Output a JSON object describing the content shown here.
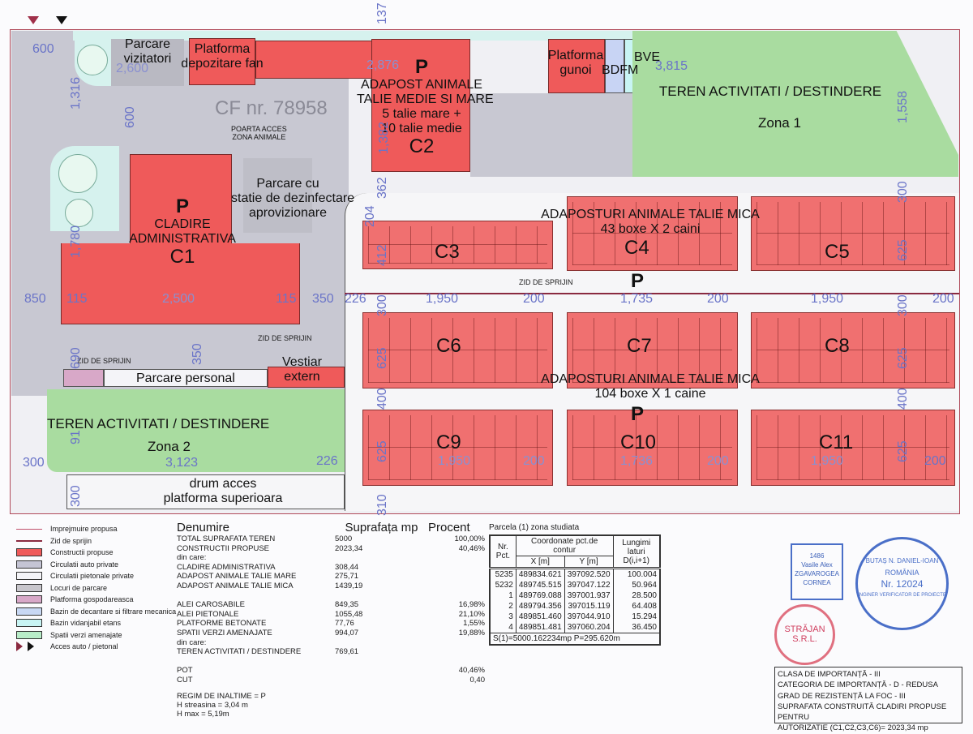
{
  "plan": {
    "parcare_vizitatori": [
      "Parcare",
      "vizitatori"
    ],
    "platforma_fan": [
      "Platforma",
      "depozitare fan"
    ],
    "c2": {
      "p": "P",
      "lines": [
        "ADAPOST ANIMALE",
        "TALIE MEDIE SI MARE",
        "5 talie mare +",
        "10 talie medie"
      ],
      "code": "C2"
    },
    "platforma_gunoi": [
      "Platforma",
      "gunoi"
    ],
    "bdfm": "BDFM",
    "bve": "BVE",
    "zona1": {
      "title": "TEREN ACTIVITATI / DESTINDERE",
      "name": "Zona 1"
    },
    "cf": "CF nr. 78958",
    "poarta": [
      "POARTA ACCES",
      "ZONA ANIMALE"
    ],
    "parcare_dezinfectare": [
      "Parcare cu",
      "statie de dezinfectare",
      "aprovizionare"
    ],
    "c1": {
      "p": "P",
      "lines": [
        "CLADIRE",
        "ADMINISTRATIVA"
      ],
      "code": "C1"
    },
    "zid": "ZID DE SPRIJIN",
    "parcare_personal": "Parcare personal",
    "vestiar": [
      "Vestiar",
      "extern"
    ],
    "zona2": {
      "title": "TEREN ACTIVITATI / DESTINDERE",
      "name": "Zona 2"
    },
    "drum": [
      "drum acces",
      "platforma superioara"
    ],
    "adaposturi1": [
      "ADAPOSTURI ANIMALE TALIE MICA",
      "43 boxe X 2 caini"
    ],
    "adaposturi2": [
      "ADAPOSTURI ANIMALE TALIE MICA",
      "104 boxe X 1 caine"
    ],
    "p": "P",
    "kennels": [
      "C3",
      "C4",
      "C5",
      "C6",
      "C7",
      "C8",
      "C9",
      "C10",
      "C11"
    ],
    "dims": [
      "600",
      "2,600",
      "1,316",
      "600",
      "2,876",
      "3,815",
      "1,382",
      "1,558",
      "362",
      "300",
      "204",
      "412",
      "625",
      "1,780",
      "850",
      "115",
      "2,500",
      "115",
      "350",
      "226",
      "300",
      "1,950",
      "200",
      "1,735",
      "200",
      "1,950",
      "300",
      "200",
      "690",
      "350",
      "625",
      "625",
      "400",
      "400",
      "91",
      "300",
      "3,123",
      "226",
      "625",
      "1,950",
      "200",
      "1,736",
      "200",
      "1,950",
      "200",
      "625",
      "300",
      "310",
      "137"
    ]
  },
  "legend": [
    {
      "label": "Imprejmuire propusa",
      "color": "#c0506a",
      "kind": "fence"
    },
    {
      "label": "Zid de sprijin",
      "color": "#8a2a40",
      "kind": "line"
    },
    {
      "label": "Constructii propuse",
      "color": "#ef5a5a",
      "kind": "box"
    },
    {
      "label": "Circulatii auto private",
      "color": "#c4c4d4",
      "kind": "box"
    },
    {
      "label": "Circulatii pietonale private",
      "color": "#f4f4f8",
      "kind": "box"
    },
    {
      "label": "Locuri de parcare",
      "color": "#c8c6cc",
      "kind": "box"
    },
    {
      "label": "Platforma gospodareasca",
      "color": "#d8a8c8",
      "kind": "box"
    },
    {
      "label": "Bazin de decantare si filtrare mecanica",
      "color": "#c8d8f4",
      "kind": "box"
    },
    {
      "label": "Bazin vidanjabil etans",
      "color": "#c8f4f4",
      "kind": "box"
    },
    {
      "label": "Spatii verzi amenajate",
      "color": "#b8ecc8",
      "kind": "box"
    },
    {
      "label": "Acces auto / pietonal",
      "color": "#8a2a40",
      "kind": "arrows"
    }
  ],
  "summary": {
    "headers": [
      "Denumire",
      "Suprafața mp",
      "Procent"
    ],
    "rows": [
      [
        "TOTAL SUPRAFATA TEREN",
        "5000",
        "100,00%"
      ],
      [
        "CONSTRUCTII PROPUSE",
        "2023,34",
        "40,46%"
      ],
      [
        "din care:",
        "",
        ""
      ],
      [
        "CLADIRE ADMINISTRATIVA",
        "308,44",
        ""
      ],
      [
        "ADAPOST ANIMALE TALIE MARE",
        "275,71",
        ""
      ],
      [
        "ADAPOST ANIMALE TALIE MICA",
        "1439,19",
        ""
      ],
      [
        "",
        "",
        ""
      ],
      [
        "ALEI CAROSABILE",
        "849,35",
        "16,98%"
      ],
      [
        "ALEI PIETONALE",
        "1055,48",
        "21,10%"
      ],
      [
        "PLATFORME BETONATE",
        "77,76",
        "1,55%"
      ],
      [
        "SPATII VERZI AMENAJATE",
        "994,07",
        "19,88%"
      ],
      [
        "din care:",
        "",
        ""
      ],
      [
        "TEREN ACTIVITATI / DESTINDERE",
        "769,61",
        ""
      ],
      [
        "",
        "",
        ""
      ],
      [
        "POT",
        "",
        "40,46%"
      ],
      [
        "CUT",
        "",
        "0,40"
      ]
    ],
    "regim": [
      "REGIM DE INALTIME = P",
      "H streasina = 3,04 m",
      "H max = 5,19m"
    ]
  },
  "parcela": {
    "title": "Parcela (1)  zona studiata",
    "headers": {
      "nr": "Nr. Pct.",
      "coord": "Coordonate pct.de contur",
      "x": "X [m]",
      "y": "Y [m]",
      "len": "Lungimi laturi D(i,i+1)"
    },
    "rows": [
      [
        "5235",
        "489834.621",
        "397092.520",
        "100.004"
      ],
      [
        "5232",
        "489745.515",
        "397047.122",
        "50.964"
      ],
      [
        "1",
        "489769.088",
        "397001.937",
        "28.500"
      ],
      [
        "2",
        "489794.356",
        "397015.119",
        "64.408"
      ],
      [
        "3",
        "489851.460",
        "397044.910",
        "15.294"
      ],
      [
        "4",
        "489851.481",
        "397060.204",
        "36.450"
      ]
    ],
    "footer": "S(1)=5000.162234mp  P=295.620m"
  },
  "stamps": {
    "round_blue": [
      "BUTAȘ N. DANIEL-IOAN",
      "ROMÂNIA",
      "Nr. 12024",
      "INGINER VERIFICATOR DE PROIECTE"
    ],
    "round_red": [
      "STRĂJAN",
      "S.R.L."
    ],
    "rect": [
      "1486",
      "Vasile Alex",
      "ZGAVAROGEA",
      "CORNEA"
    ]
  },
  "info": [
    "CLASA DE IMPORTANȚĂ - III",
    "CATEGORIA DE IMPORTANȚĂ - D - REDUSA",
    "GRAD DE REZISTENȚĂ LA FOC - III",
    "SUPRAFATA CONSTRUITĂ CLADIRI PROPUSE PENTRU",
    "AUTORIZATIE (C1,C2,C3,C6)=  2023,34 mp"
  ]
}
